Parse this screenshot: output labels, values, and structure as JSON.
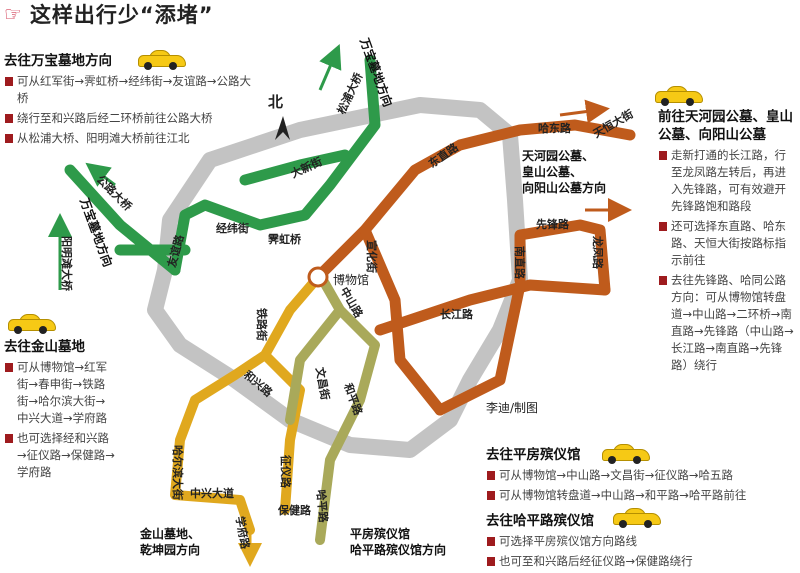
{
  "header": {
    "title": "这样出行少“添堵”",
    "hand_icon": "pointing-hand-icon"
  },
  "map": {
    "north_label": "北",
    "museum_label": "博物馆",
    "credit": "李迪/制图",
    "road_labels": {
      "songpu": "松浦大桥",
      "yangminghan": "阳明滩大桥",
      "gongluda": "公路大桥",
      "youyi": "友谊路",
      "jingwei": "经纬街",
      "nihong": "霁虹桥",
      "daxin": "大新街",
      "dongzhi": "东直路",
      "hadong": "哈东路",
      "tianheng": "天恒大街",
      "xianfeng": "先锋路",
      "nanzhi": "南直路",
      "longfeng": "龙凤路",
      "changjiang": "长江路",
      "xuanhua": "宣化街",
      "zhongshan": "中山路",
      "tielu": "铁路街",
      "hexing": "和兴路",
      "wenchang": "文昌街",
      "heping": "和平路",
      "haerbin": "哈尔滨大街",
      "zhongxing": "中兴大道",
      "xuefu": "学府路",
      "zhengyi": "征仪路",
      "baojian": "保健路",
      "haping": "哈平路"
    },
    "dir_labels": {
      "wanbao_top": "万宝墓地方向",
      "wanbao_left": "万宝墓地方向",
      "tianhe": [
        "天河园公墓、",
        "皇山公墓、",
        "向阳山公墓方向"
      ],
      "jinshan": [
        "金山墓地、",
        "乾坤园方向"
      ],
      "pingfang": [
        "平房殡仪馆",
        "哈平路殡仪馆方向"
      ]
    },
    "route_colors": {
      "green": "#2e9a4a",
      "orange": "#bf5b1c",
      "yellow": "#e0a81e",
      "olive": "#a9a95a",
      "gray": "#c3c3c3",
      "label_fill": "#f3e6a1"
    }
  },
  "panels": {
    "wanbao": {
      "title": "去往万宝墓地方向",
      "items": [
        "可从红军街→霁虹桥→经纬街→友谊路→公路大桥",
        "绕行至和兴路后经二环桥前往公路大桥",
        "从松浦大桥、阳明滩大桥前往江北"
      ]
    },
    "jinshan": {
      "title": "去往金山墓地",
      "items": [
        "可从博物馆→红军街→春申街→铁路街→哈尔滨大街→中兴大道→学府路",
        "也可选择经和兴路→征仪路→保健路→学府路"
      ]
    },
    "tianhe": {
      "title": "前往天河园公墓、皇山公墓、向阳山公墓",
      "items": [
        "走新打通的长江路，行至龙凤路左转后，再进入先锋路，可有效避开先锋路饱和路段",
        "还可选择东直路、哈东路、天恒大街按路标指示前往",
        "去往先锋路、哈同公路方向：可从博物馆转盘道→中山路→二环桥→南直路→先锋路（中山路→长江路→南直路→先锋路）绕行"
      ]
    },
    "pingfang": {
      "title": "去往平房殡仪馆",
      "items": [
        "可从博物馆→中山路→文昌街→征仪路→哈五路",
        "可从博物馆转盘道→中山路→和平路→哈平路前往"
      ]
    },
    "haping": {
      "title": "去往哈平路殡仪馆",
      "items": [
        "可选择平房殡仪馆方向路线",
        "也可至和兴路后经征仪路→保健路绕行"
      ]
    }
  }
}
